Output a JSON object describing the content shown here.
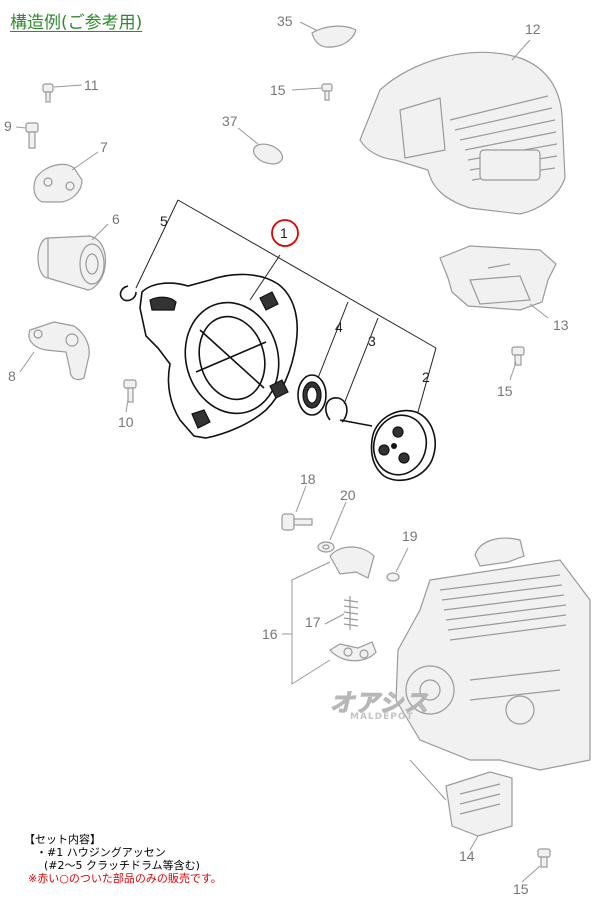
{
  "title": "構造例(ご参考用)",
  "parts": [
    {
      "number": "1",
      "highlighted": true
    },
    {
      "number": "2"
    },
    {
      "number": "3"
    },
    {
      "number": "4"
    },
    {
      "number": "5"
    },
    {
      "number": "6"
    },
    {
      "number": "7"
    },
    {
      "number": "8"
    },
    {
      "number": "9"
    },
    {
      "number": "10"
    },
    {
      "number": "11"
    },
    {
      "number": "12"
    },
    {
      "number": "13"
    },
    {
      "number": "14"
    },
    {
      "number": "15"
    },
    {
      "number": "15"
    },
    {
      "number": "15"
    },
    {
      "number": "16"
    },
    {
      "number": "17"
    },
    {
      "number": "18"
    },
    {
      "number": "19"
    },
    {
      "number": "20"
    },
    {
      "number": "35"
    },
    {
      "number": "37"
    }
  ],
  "watermark": {
    "logo": "オアシス",
    "sub": "MALDEPOT"
  },
  "notes": {
    "heading": "【セット内容】",
    "line1": "・#1 ハウジングアッセン",
    "line2": "(#2～5 クラッチドラム等含む)",
    "warning": "※赤い○のついた部品のみの販売です。"
  },
  "colors": {
    "title": "#2e8b2e",
    "highlight_circle": "#e00000",
    "warning": "#e00000",
    "faded": "#9a9a9a"
  }
}
